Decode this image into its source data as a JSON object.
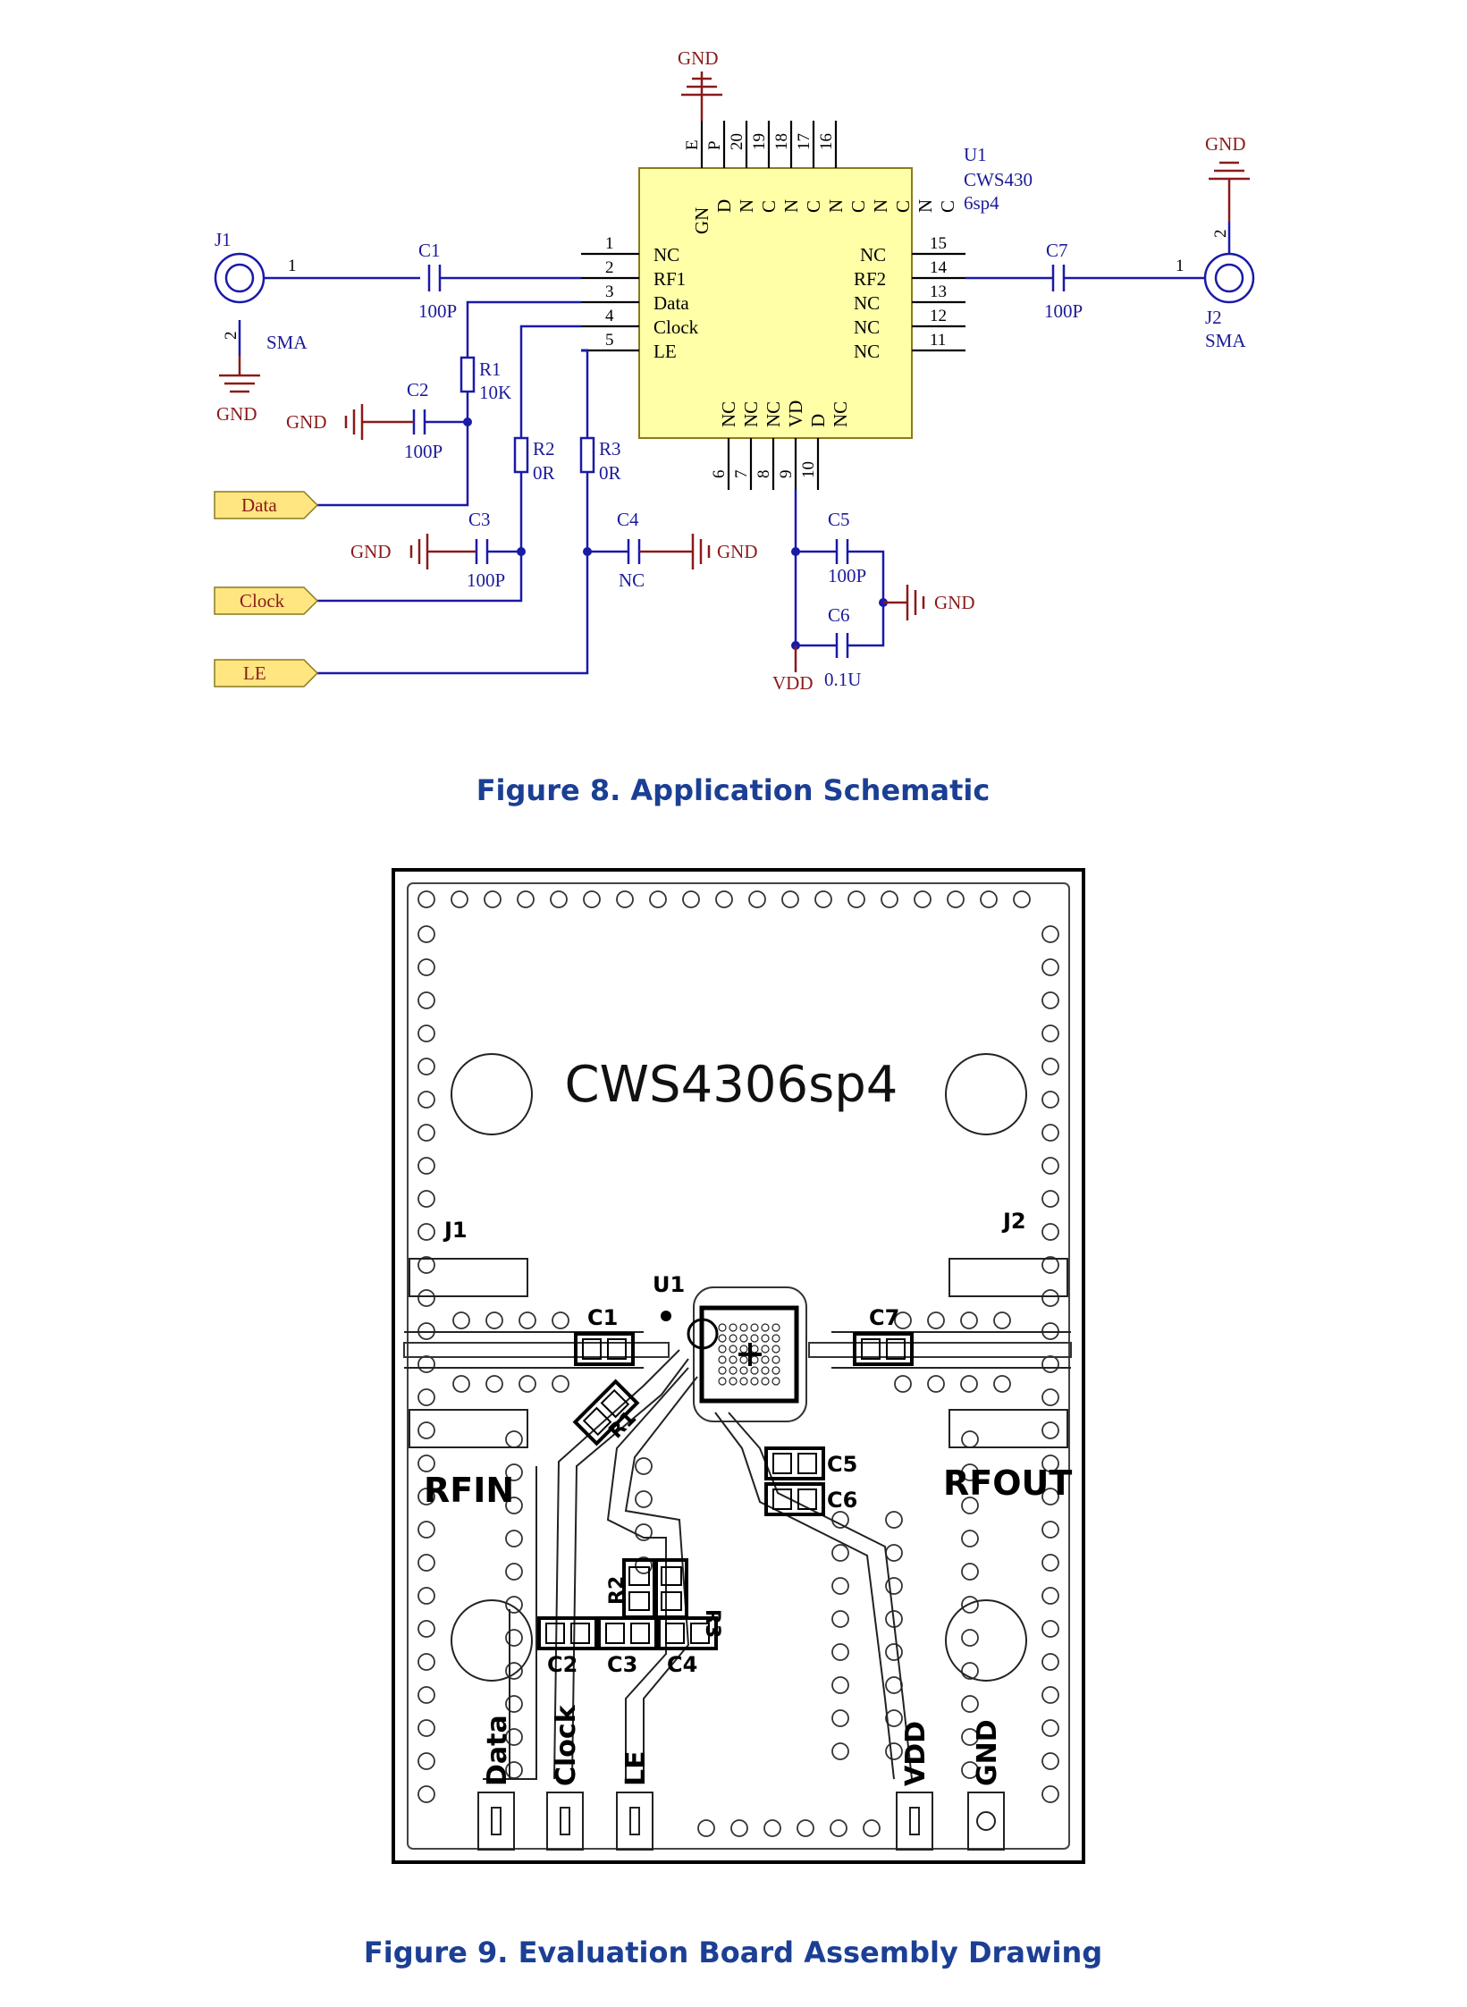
{
  "schematic": {
    "u1": {
      "ref": "U1",
      "part_line1": "CWS430",
      "part_line2": "6sp4"
    },
    "left_pins": [
      {
        "num": "1",
        "name": "NC"
      },
      {
        "num": "2",
        "name": "RF1"
      },
      {
        "num": "3",
        "name": "Data"
      },
      {
        "num": "4",
        "name": "Clock"
      },
      {
        "num": "5",
        "name": "LE"
      }
    ],
    "right_pins": [
      {
        "num": "15",
        "name": "NC"
      },
      {
        "num": "14",
        "name": "RF2"
      },
      {
        "num": "13",
        "name": "NC"
      },
      {
        "num": "12",
        "name": "NC"
      },
      {
        "num": "11",
        "name": "NC"
      }
    ],
    "top_pins": [
      {
        "num": "E",
        "name": "GN"
      },
      {
        "num": "P",
        "name": "D"
      },
      {
        "num": "20",
        "name": "N"
      },
      {
        "num": "19",
        "name": "C"
      },
      {
        "num": "18",
        "name": "N"
      },
      {
        "num": "17",
        "name": "C"
      },
      {
        "num": "16",
        "name": "N"
      }
    ],
    "top_extra": [
      "C",
      "N",
      "C",
      "N",
      "C"
    ],
    "bottom_pins": [
      {
        "num": "6",
        "name": "NC"
      },
      {
        "num": "7",
        "name": "NC"
      },
      {
        "num": "8",
        "name": "NC"
      },
      {
        "num": "9",
        "name": "VD"
      },
      {
        "num": "10",
        "name": "D"
      }
    ],
    "bottom_extra": "NC",
    "j1": {
      "ref": "J1",
      "type": "SMA",
      "pin1": "1",
      "pin2": "2"
    },
    "j2": {
      "ref": "J2",
      "type": "SMA",
      "pin1": "1",
      "pin2": "2"
    },
    "components": {
      "c1": {
        "ref": "C1",
        "value": "100P"
      },
      "c2": {
        "ref": "C2",
        "value": "100P"
      },
      "c3": {
        "ref": "C3",
        "value": "100P"
      },
      "c4": {
        "ref": "C4",
        "value": "NC"
      },
      "c5": {
        "ref": "C5",
        "value": "100P"
      },
      "c6": {
        "ref": "C6",
        "value": "0.1U"
      },
      "c7": {
        "ref": "C7",
        "value": "100P"
      },
      "r1": {
        "ref": "R1",
        "value": "10K"
      },
      "r2": {
        "ref": "R2",
        "value": "0R"
      },
      "r3": {
        "ref": "R3",
        "value": "0R"
      }
    },
    "ports": [
      "Data",
      "Clock",
      "LE"
    ],
    "gnd_label": "GND",
    "vdd_label": "VDD",
    "colors": {
      "wire": "#1a1aa8",
      "ground": "#8b1a1a",
      "ic_fill": "#ffffa8",
      "port_fill": "#ffe680"
    }
  },
  "captions": {
    "fig8": "Figure 8. Application Schematic",
    "fig9": "Figure 9. Evaluation Board Assembly Drawing"
  },
  "board": {
    "title": "CWS4306sp4",
    "labels": {
      "j1": "J1",
      "j2": "J2",
      "u1": "U1",
      "rfin": "RFIN",
      "rfout": "RFOUT"
    },
    "parts": [
      "C1",
      "C7",
      "R1",
      "C5",
      "C6",
      "R2",
      "R3",
      "C2",
      "C3",
      "C4"
    ],
    "pins": [
      "Data",
      "Clock",
      "LE",
      "VDD",
      "GND"
    ]
  }
}
